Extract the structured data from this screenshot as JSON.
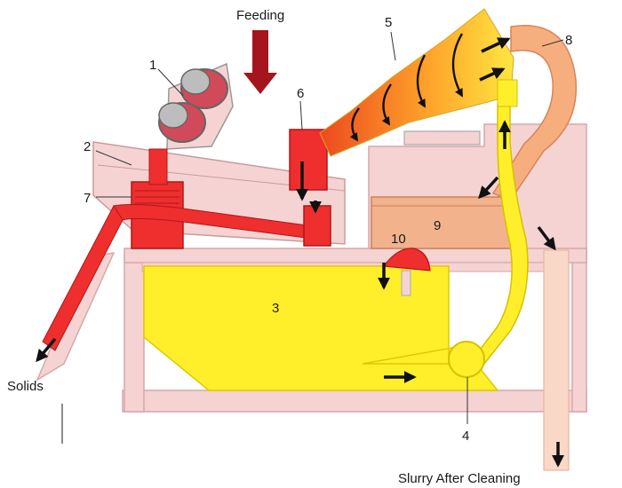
{
  "captions": {
    "feeding": "Feeding",
    "solids": "Solids",
    "slurry": "Slurry After Cleaning"
  },
  "parts": [
    {
      "id": "1"
    },
    {
      "id": "2"
    },
    {
      "id": "3"
    },
    {
      "id": "4"
    },
    {
      "id": "5"
    },
    {
      "id": "6"
    },
    {
      "id": "7"
    },
    {
      "id": "8"
    },
    {
      "id": "9"
    },
    {
      "id": "10"
    }
  ],
  "colors": {
    "frame": "#f6d3d3",
    "frame_edge": "#d7a7a7",
    "tank": "#ffef2a",
    "red": "#ef2e2e",
    "dark_red": "#b0161b",
    "feed_arrow": "#a4151d",
    "cyclone_start": "#ec4a1e",
    "cyclone_end": "#ffe640",
    "overflow_pipe": "#f6ae7f",
    "slurry": "#f9d8c7"
  }
}
